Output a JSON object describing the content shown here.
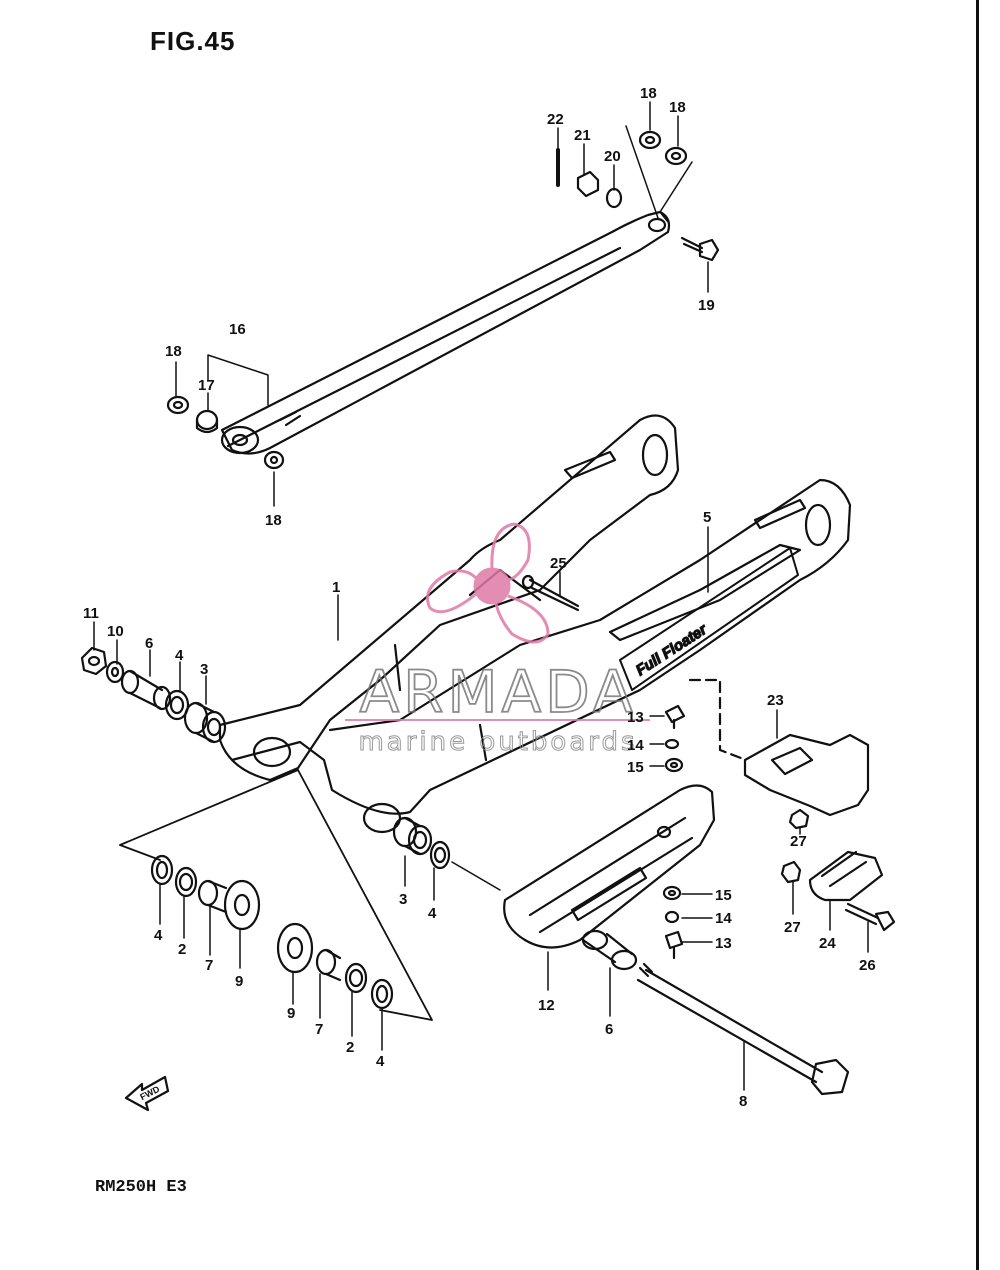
{
  "figure_title": "FIG.45",
  "model_code": "RM250H E3",
  "watermark": {
    "brand": "ARMADA",
    "tagline": "marine outboards",
    "color": "#e07aa6"
  },
  "swingarm_decal": "Full Floater",
  "fwd_label": "FWD",
  "labels": [
    {
      "id": "l22",
      "text": "22"
    },
    {
      "id": "l21",
      "text": "21"
    },
    {
      "id": "l20",
      "text": "20"
    },
    {
      "id": "l18a",
      "text": "18"
    },
    {
      "id": "l18b",
      "text": "18"
    },
    {
      "id": "l19",
      "text": "19"
    },
    {
      "id": "l16",
      "text": "16"
    },
    {
      "id": "l18c",
      "text": "18"
    },
    {
      "id": "l17",
      "text": "17"
    },
    {
      "id": "l18d",
      "text": "18"
    },
    {
      "id": "l5",
      "text": "5"
    },
    {
      "id": "l25",
      "text": "25"
    },
    {
      "id": "l1",
      "text": "1"
    },
    {
      "id": "l11",
      "text": "11"
    },
    {
      "id": "l10",
      "text": "10"
    },
    {
      "id": "l6a",
      "text": "6"
    },
    {
      "id": "l4a",
      "text": "4"
    },
    {
      "id": "l3a",
      "text": "3"
    },
    {
      "id": "l23",
      "text": "23"
    },
    {
      "id": "l13a",
      "text": "13"
    },
    {
      "id": "l14a",
      "text": "14"
    },
    {
      "id": "l15a",
      "text": "15"
    },
    {
      "id": "l27a",
      "text": "27"
    },
    {
      "id": "l3b",
      "text": "3"
    },
    {
      "id": "l4b",
      "text": "4"
    },
    {
      "id": "l4c",
      "text": "4"
    },
    {
      "id": "l2a",
      "text": "2"
    },
    {
      "id": "l7a",
      "text": "7"
    },
    {
      "id": "l9a",
      "text": "9"
    },
    {
      "id": "l9b",
      "text": "9"
    },
    {
      "id": "l7b",
      "text": "7"
    },
    {
      "id": "l2b",
      "text": "2"
    },
    {
      "id": "l4d",
      "text": "4"
    },
    {
      "id": "l12",
      "text": "12"
    },
    {
      "id": "l6b",
      "text": "6"
    },
    {
      "id": "l15b",
      "text": "15"
    },
    {
      "id": "l14b",
      "text": "14"
    },
    {
      "id": "l13b",
      "text": "13"
    },
    {
      "id": "l27b",
      "text": "27"
    },
    {
      "id": "l24",
      "text": "24"
    },
    {
      "id": "l26",
      "text": "26"
    },
    {
      "id": "l8",
      "text": "8"
    }
  ]
}
